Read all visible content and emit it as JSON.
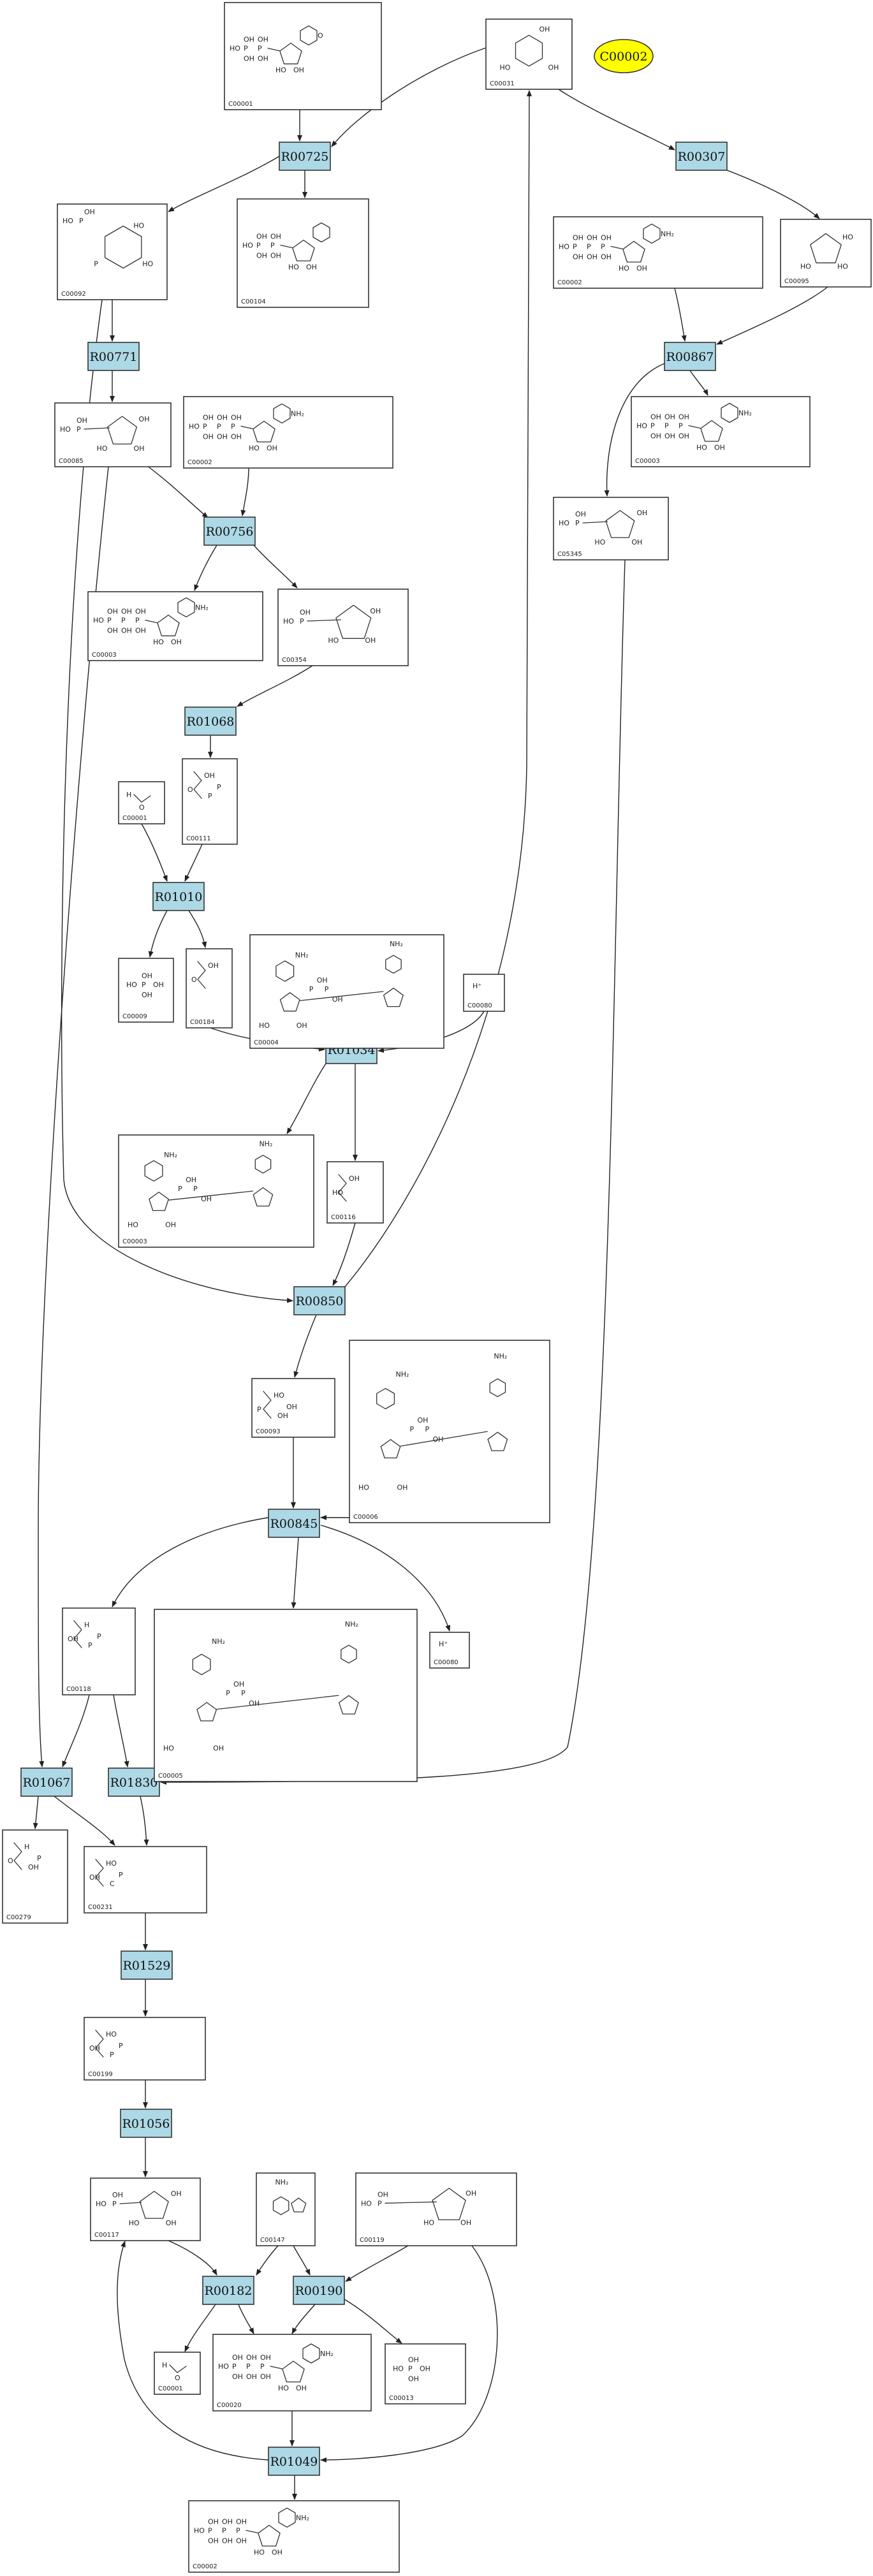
{
  "highlight": {
    "label": "C00002",
    "color": "#ffff00"
  },
  "colors": {
    "reaction_fill": "#add8e6",
    "compound_fill": "#ffffff",
    "stroke": "#333333"
  },
  "reactions": [
    {
      "id": "R00725"
    },
    {
      "id": "R00307"
    },
    {
      "id": "R00771"
    },
    {
      "id": "R00867"
    },
    {
      "id": "R00756"
    },
    {
      "id": "R01068"
    },
    {
      "id": "R01010"
    },
    {
      "id": "R01034"
    },
    {
      "id": "R00850"
    },
    {
      "id": "R00845"
    },
    {
      "id": "R01067"
    },
    {
      "id": "R01830"
    },
    {
      "id": "R01529"
    },
    {
      "id": "R01056"
    },
    {
      "id": "R00182"
    },
    {
      "id": "R00190"
    },
    {
      "id": "R01049"
    }
  ],
  "compounds": [
    {
      "id": "C00001",
      "ref": "top-nucleotide",
      "atoms": [
        "HO",
        "P",
        "OH",
        "O"
      ]
    },
    {
      "id": "C00031",
      "ref": "top-sugar",
      "atoms": [
        "OH",
        "HO",
        "O"
      ]
    },
    {
      "id": "C00092",
      "ref": "sugar-phosphate",
      "atoms": [
        "HO",
        "P",
        "OH"
      ]
    },
    {
      "id": "C00104",
      "ref": "nucleotide-di",
      "atoms": [
        "HO",
        "P",
        "OH"
      ]
    },
    {
      "id": "C00002",
      "ref": "atp-1",
      "atoms": [
        "HO",
        "P",
        "OH",
        "NH₂"
      ]
    },
    {
      "id": "C00095",
      "ref": "ketose",
      "atoms": [
        "HO",
        "OH"
      ]
    },
    {
      "id": "C00085",
      "ref": "fructose-phosphate",
      "atoms": [
        "HO",
        "P",
        "OH"
      ]
    },
    {
      "id": "C00002",
      "ref": "atp-2",
      "atoms": [
        "HO",
        "P",
        "OH",
        "NH₂"
      ]
    },
    {
      "id": "C00003",
      "ref": "adp-1",
      "atoms": [
        "HO",
        "P",
        "OH",
        "NH₂"
      ]
    },
    {
      "id": "C05345",
      "ref": "sugar-phosphate-2",
      "atoms": [
        "HO",
        "P",
        "OH"
      ]
    },
    {
      "id": "C00003",
      "ref": "adp-2",
      "atoms": [
        "HO",
        "P",
        "OH",
        "NH₂"
      ]
    },
    {
      "id": "C00354",
      "ref": "bisphosphate",
      "atoms": [
        "HO",
        "P",
        "OH"
      ]
    },
    {
      "id": "C00001",
      "ref": "water-1",
      "atoms": [
        "H",
        "O"
      ]
    },
    {
      "id": "C00111",
      "ref": "dhap",
      "atoms": [
        "OH",
        "O",
        "P"
      ]
    },
    {
      "id": "C00009",
      "ref": "phosphate-1",
      "atoms": [
        "HO",
        "P",
        "OH"
      ]
    },
    {
      "id": "C00184",
      "ref": "glycerone",
      "atoms": [
        "OH",
        "O"
      ]
    },
    {
      "id": "C00004",
      "ref": "nadh",
      "atoms": [
        "NH₂",
        "HO",
        "P",
        "OH"
      ]
    },
    {
      "id": "C00080",
      "ref": "proton-1",
      "atoms": [
        "H⁺"
      ]
    },
    {
      "id": "C00003",
      "ref": "nad",
      "atoms": [
        "NH₂",
        "HO",
        "P",
        "OH"
      ]
    },
    {
      "id": "C00116",
      "ref": "glycerol",
      "atoms": [
        "OH",
        "HO"
      ]
    },
    {
      "id": "C00093",
      "ref": "glycerol-phosphate",
      "atoms": [
        "HO",
        "P",
        "OH"
      ]
    },
    {
      "id": "C00006",
      "ref": "nadp",
      "atoms": [
        "NH₂",
        "HO",
        "P",
        "OH"
      ]
    },
    {
      "id": "C00005",
      "ref": "nadph",
      "atoms": [
        "NH₂",
        "HO",
        "P",
        "OH"
      ]
    },
    {
      "id": "C00080",
      "ref": "proton-2",
      "atoms": [
        "H⁺"
      ]
    },
    {
      "id": "C00118",
      "ref": "gap",
      "atoms": [
        "H",
        "OH",
        "P"
      ]
    },
    {
      "id": "C00279",
      "ref": "erythrose",
      "atoms": [
        "H",
        "O",
        "OH",
        "P"
      ]
    },
    {
      "id": "C00231",
      "ref": "xylulose",
      "atoms": [
        "HO",
        "OH",
        "C",
        "P"
      ]
    },
    {
      "id": "C00199",
      "ref": "ribulose",
      "atoms": [
        "HO",
        "OH",
        "P"
      ]
    },
    {
      "id": "C00117",
      "ref": "ribose-phosphate",
      "atoms": [
        "HO",
        "P",
        "OH"
      ]
    },
    {
      "id": "C00147",
      "ref": "adenine",
      "atoms": [
        "NH₂",
        "N"
      ]
    },
    {
      "id": "C00119",
      "ref": "prpp",
      "atoms": [
        "HO",
        "P",
        "OH"
      ]
    },
    {
      "id": "C00001",
      "ref": "water-2",
      "atoms": [
        "H",
        "O"
      ]
    },
    {
      "id": "C00020",
      "ref": "amp",
      "atoms": [
        "HO",
        "P",
        "OH",
        "NH₂"
      ]
    },
    {
      "id": "C00013",
      "ref": "pyrophosphate",
      "atoms": [
        "HO",
        "P",
        "OH"
      ]
    },
    {
      "id": "C00002",
      "ref": "atp-bottom",
      "atoms": [
        "HO",
        "P",
        "OH",
        "NH₂"
      ]
    }
  ]
}
